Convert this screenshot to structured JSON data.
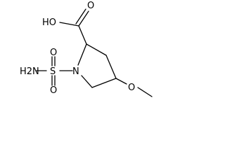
{
  "molecule": {
    "atom_labels": {
      "hydroxyl": "HO",
      "carbonyl_oxygen": "O",
      "ring_nitrogen": "N",
      "sulfur": "S",
      "sulfonyl_oxygen_top": "O",
      "sulfonyl_oxygen_bottom": "O",
      "amine": "H2N",
      "ether_oxygen": "O"
    },
    "colors": {
      "ink": "#000000",
      "background": "#ffffff"
    }
  }
}
